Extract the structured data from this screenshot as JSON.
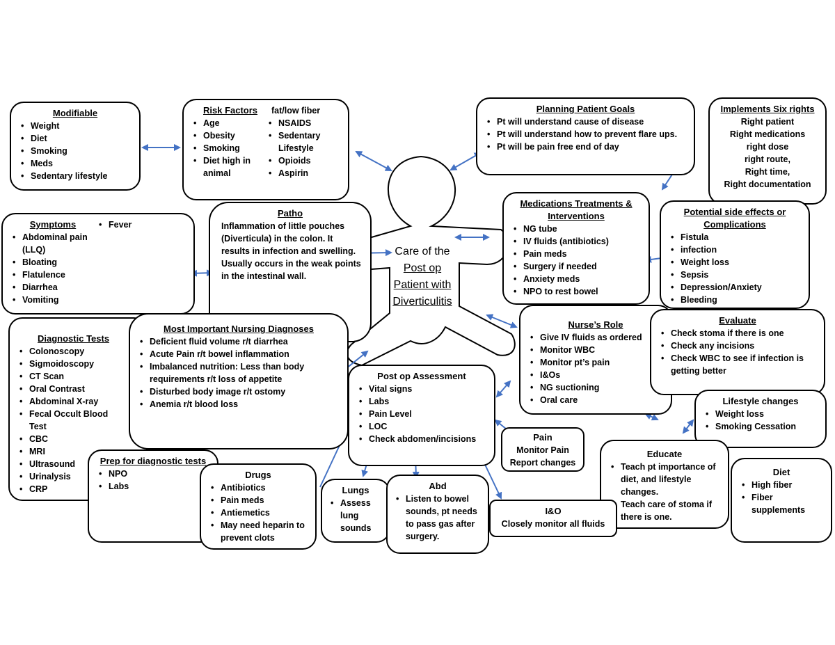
{
  "center": {
    "line1": "Care of the",
    "line2": "Post op",
    "line3": "Patient with",
    "line4": "Diverticulitis"
  },
  "modifiable": {
    "title": "Modifiable",
    "items": [
      "Weight",
      "Diet",
      "Smoking",
      "Meds",
      "Sedentary lifestyle"
    ]
  },
  "risk_factors": {
    "title": "Risk Factors",
    "col1": [
      "Age",
      "Obesity",
      "Smoking",
      "Diet high in animal"
    ],
    "col2_first": "fat/low fiber",
    "col2": [
      "NSAIDS",
      "Sedentary Lifestyle",
      "Opioids",
      "Aspirin"
    ]
  },
  "planning": {
    "title": "Planning  Patient Goals",
    "items": [
      "Pt will understand cause of disease",
      "Pt will understand how to prevent flare ups.",
      "Pt will be pain free end of day"
    ]
  },
  "six_rights": {
    "title": "Implements Six rights",
    "lines": [
      "Right patient",
      "Right medications",
      "right dose",
      "right route,",
      "Right time,",
      "Right documentation"
    ]
  },
  "symptoms": {
    "title": "Symptoms",
    "items": [
      "Abdominal pain (LLQ)",
      "Bloating",
      "Flatulence",
      "Diarrhea",
      "Vomiting"
    ],
    "col2": [
      "Fever"
    ]
  },
  "patho": {
    "title": "Patho",
    "text": "Inflammation of little pouches (Diverticula) in the colon. It results in infection and swelling. Usually occurs in the weak points in the intestinal wall."
  },
  "medications": {
    "title": "Medications Treatments & Interventions",
    "items": [
      "NG tube",
      "IV fluids (antibiotics)",
      "Pain meds",
      "Surgery if needed",
      "Anxiety meds",
      "NPO to rest bowel"
    ]
  },
  "side_effects": {
    "title": "Potential side effects or Complications",
    "items": [
      "Fistula",
      "infection",
      "Weight loss",
      "Sepsis",
      "Depression/Anxiety",
      "Bleeding"
    ]
  },
  "diagnostic_tests": {
    "title": "Diagnostic Tests",
    "items": [
      "Colonoscopy",
      "Sigmoidoscopy",
      "CT Scan",
      "Oral Contrast",
      "Abdominal X-ray",
      "Fecal Occult Blood Test",
      "CBC",
      "MRI",
      "Ultrasound",
      "Urinalysis",
      "CRP"
    ]
  },
  "nursing_diagnoses": {
    "title": "Most Important Nursing Diagnoses",
    "items": [
      "Deficient fluid volume r/t diarrhea",
      "Acute Pain r/t bowel inflammation",
      "Imbalanced nutrition: Less than body requirements r/t loss of appetite",
      "Disturbed body image r/t ostomy",
      "Anemia r/t blood loss"
    ]
  },
  "nurses_role": {
    "title": "Nurse’s Role",
    "items": [
      "Give IV fluids as ordered",
      "Monitor WBC",
      "Monitor pt’s pain",
      "I&Os",
      "NG suctioning",
      "Oral care"
    ]
  },
  "evaluate": {
    "title": "Evaluate",
    "items": [
      "Check stoma if there is one",
      "Check any incisions",
      "Check WBC to see if infection is getting better"
    ]
  },
  "post_op": {
    "title": "Post op Assessment",
    "items": [
      "Vital signs",
      "Labs",
      "Pain Level",
      "LOC",
      "Check abdomen/incisions"
    ]
  },
  "lifestyle": {
    "title": "Lifestyle changes",
    "items": [
      "Weight loss",
      "Smoking Cessation"
    ]
  },
  "pain": {
    "title": "Pain",
    "lines": [
      "Monitor Pain",
      "Report changes"
    ]
  },
  "educate": {
    "title": "Educate",
    "text1": "Teach pt importance of diet, and lifestyle changes.",
    "text2": "Teach care of stoma if there is one."
  },
  "diet": {
    "title": "Diet",
    "items": [
      "High fiber",
      "Fiber supplements"
    ]
  },
  "prep": {
    "title": "Prep for diagnostic tests",
    "items": [
      "NPO",
      "Labs"
    ]
  },
  "drugs": {
    "title": "Drugs",
    "items": [
      "Antibiotics",
      "Pain meds",
      "Antiemetics",
      "May need heparin to prevent clots"
    ]
  },
  "lungs": {
    "title": "Lungs",
    "items": [
      "Assess lung sounds"
    ]
  },
  "abd": {
    "title": "Abd",
    "items": [
      "Listen to bowel sounds, pt needs to pass gas after surgery."
    ]
  },
  "io": {
    "title": "I&O",
    "text": "Closely monitor all fluids"
  },
  "colors": {
    "arrow": "#4472c4",
    "border": "#000000"
  }
}
